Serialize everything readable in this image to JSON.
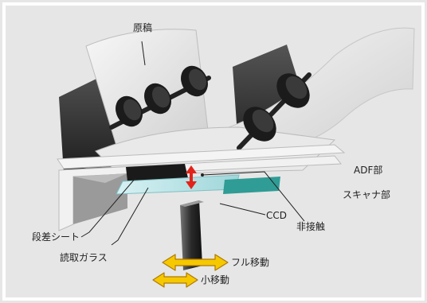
{
  "labels": {
    "original": "原稿",
    "adf": "ADF部",
    "scanner": "スキャナ部",
    "ccd": "CCD",
    "no_contact": "非接触",
    "step_sheet": "段差シート",
    "reading_glass": "読取ガラス",
    "full_move": "フル移動",
    "small_move": "小移動"
  },
  "colors": {
    "background": "#e6e6e6",
    "frame": "#ffffff",
    "arrow_fill": "#f6c800",
    "arrow_stroke": "#b07a00",
    "red_arrow": "#e2231a",
    "glass": "#b9e3e6",
    "teal_plate": "#2f9c95"
  }
}
